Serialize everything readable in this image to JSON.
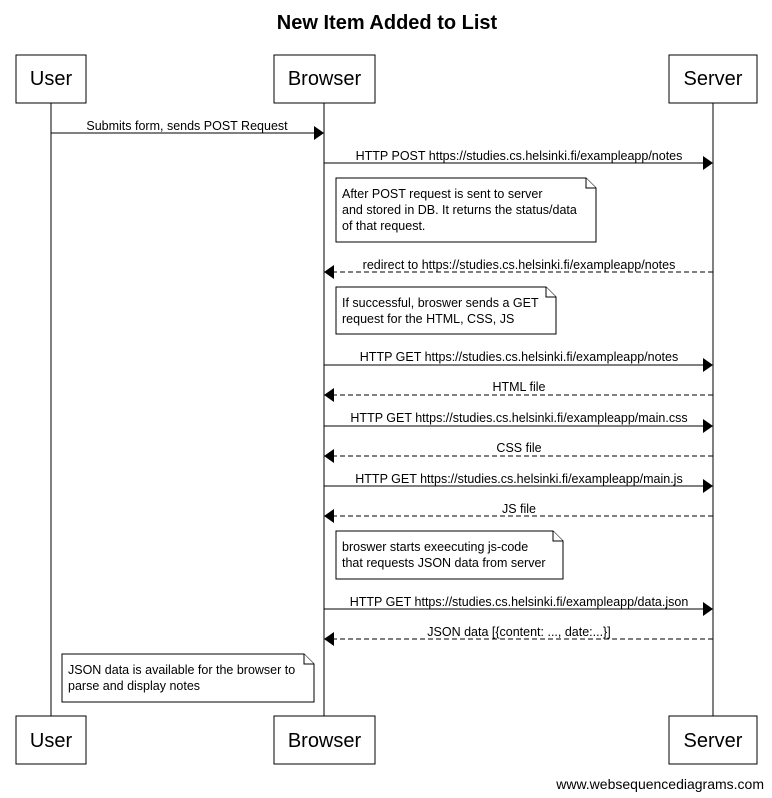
{
  "title": "New Item Added to List",
  "footer": "www.websequencediagrams.com",
  "participants": [
    "User",
    "Browser",
    "Server"
  ],
  "messages": [
    {
      "from": 0,
      "to": 1,
      "text": "Submits form, sends POST Request",
      "style": "solid"
    },
    {
      "from": 1,
      "to": 2,
      "text": "HTTP POST https://studies.cs.helsinki.fi/exampleapp/notes",
      "style": "solid"
    },
    {
      "from": 2,
      "to": 1,
      "text": "redirect to https://studies.cs.helsinki.fi/exampleapp/notes",
      "style": "dashed"
    },
    {
      "from": 1,
      "to": 2,
      "text": "HTTP GET https://studies.cs.helsinki.fi/exampleapp/notes",
      "style": "solid"
    },
    {
      "from": 2,
      "to": 1,
      "text": "HTML file",
      "style": "dashed"
    },
    {
      "from": 1,
      "to": 2,
      "text": "HTTP GET https://studies.cs.helsinki.fi/exampleapp/main.css",
      "style": "solid"
    },
    {
      "from": 2,
      "to": 1,
      "text": "CSS file",
      "style": "dashed"
    },
    {
      "from": 1,
      "to": 2,
      "text": "HTTP GET https://studies.cs.helsinki.fi/exampleapp/main.js",
      "style": "solid"
    },
    {
      "from": 2,
      "to": 1,
      "text": "JS file",
      "style": "dashed"
    },
    {
      "from": 1,
      "to": 2,
      "text": "HTTP GET https://studies.cs.helsinki.fi/exampleapp/data.json",
      "style": "solid"
    },
    {
      "from": 2,
      "to": 1,
      "text": "JSON data [{content: ..., date:...}]",
      "style": "dashed"
    }
  ],
  "notes": [
    {
      "lines": [
        "After POST request is sent to server",
        "and stored in DB. It returns the status/data",
        "of that request."
      ]
    },
    {
      "lines": [
        "If successful, broswer sends a GET",
        "request for the HTML, CSS, JS"
      ]
    },
    {
      "lines": [
        "broswer starts exeecuting js-code",
        "that requests JSON data from server"
      ]
    },
    {
      "lines": [
        "JSON data is available for the browser to",
        "parse and display notes"
      ]
    }
  ]
}
